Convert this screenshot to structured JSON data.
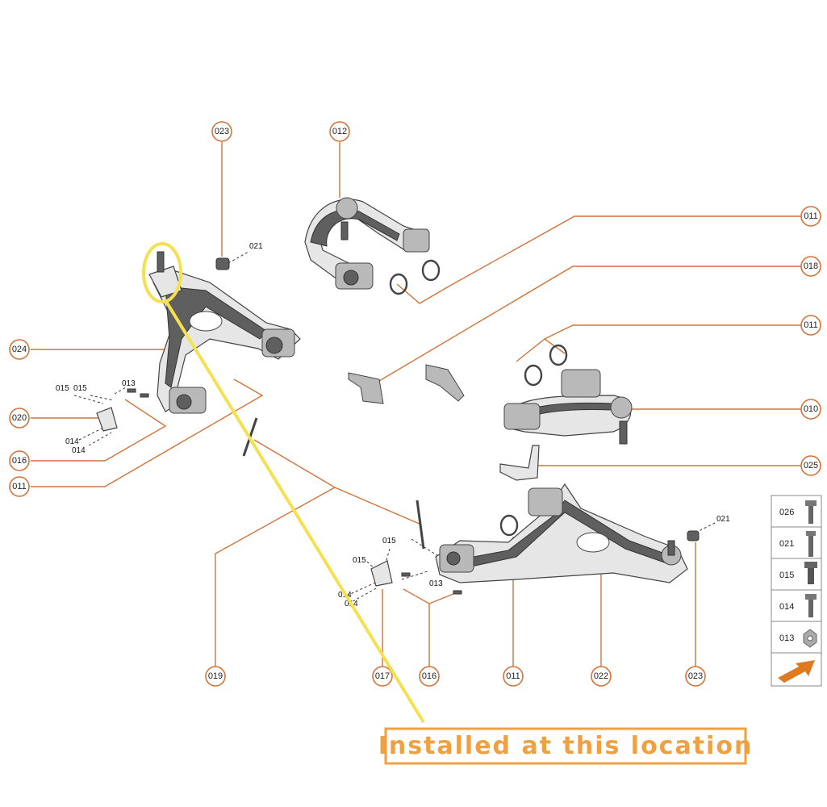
{
  "callouts": {
    "c023_top": "023",
    "c012": "012",
    "c011_right1": "011",
    "c018": "018",
    "c011_right2": "011",
    "c010": "010",
    "c025": "025",
    "c024": "024",
    "c020": "020",
    "c016_left": "016",
    "c011_left": "011",
    "c019": "019",
    "c017": "017",
    "c016_bottom": "016",
    "c011_bottom": "011",
    "c022": "022",
    "c023_bottom": "023"
  },
  "small_labels": {
    "l021_top": "021",
    "l013_left": "013",
    "l015a_left": "015",
    "l015b_left": "015",
    "l014a_left": "014",
    "l014b_left": "014",
    "l015_mid_top": "015",
    "l015_mid_left": "015",
    "l013_mid": "013",
    "l014a_mid": "014",
    "l014b_mid": "014",
    "l021_right": "021"
  },
  "legend": {
    "rows": [
      "026",
      "021",
      "015",
      "014",
      "013"
    ]
  },
  "annotation": {
    "text": "Installed at this location",
    "highlight_color": "#f5e050",
    "text_color": "#f0a040"
  },
  "colors": {
    "leader": "#d2733a",
    "arrow": "#e07a20"
  }
}
